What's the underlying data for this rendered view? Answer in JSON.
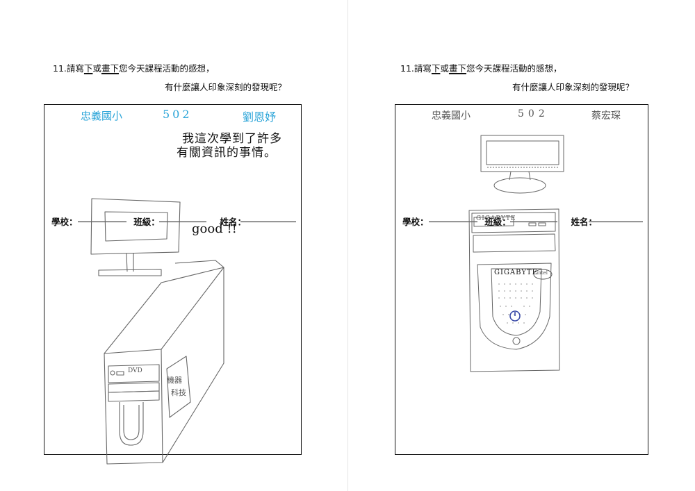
{
  "left": {
    "question_num": "11.",
    "q_a": "請寫",
    "q_b": "下",
    "q_c": "或",
    "q_d": "畫下",
    "q_e": "您今天課程活動的感想，",
    "question_line2": "有什麼讓人印象深刻的發現呢？",
    "school_label": "學校：",
    "class_label": "班級：",
    "name_label": "姓名：",
    "school_value": "忠義國小",
    "class_value": "502",
    "name_value": "劉恩妤",
    "comment_line1": "我這次學到了許多",
    "comment_line2": "有關資訊的事情。",
    "drawing_note": "good !!",
    "case_text": "DVD",
    "sticker_line1": "機器",
    "sticker_line2": "科技"
  },
  "right": {
    "question_num": "11.",
    "q_a": "請寫",
    "q_b": "下",
    "q_c": "或",
    "q_d": "畫下",
    "q_e": "您今天課程活動的感想，",
    "question_line2": "有什麼讓人印象深刻的發現呢？",
    "school_label": "學校：",
    "class_label": "班級：",
    "name_label": "姓名：",
    "school_value": "忠義國小",
    "class_value": "502",
    "name_value": "蔡宏琛",
    "brand_top": "GIGABYTE",
    "brand_front": "GIGABYTE",
    "intel_badge": "intel"
  }
}
